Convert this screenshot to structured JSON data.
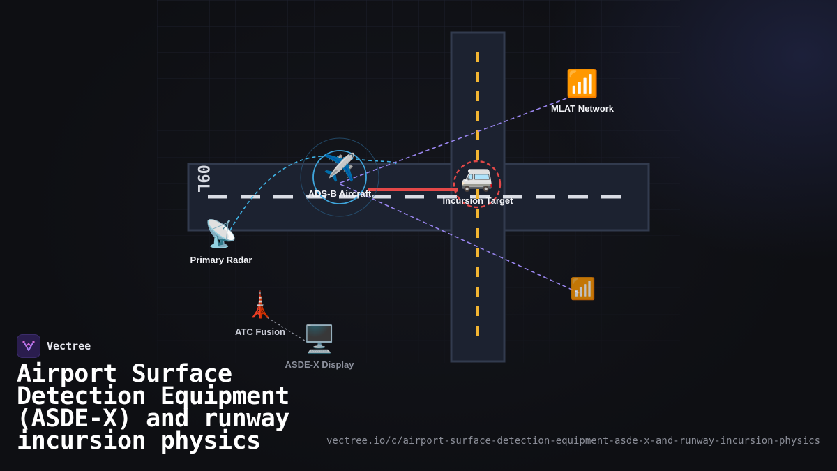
{
  "runway": {
    "designator": "09L"
  },
  "nodes": {
    "adsb_aircraft": {
      "label": "ADS-B Aircraft",
      "icon": "airplane-icon",
      "glyph": "✈️"
    },
    "incursion_target": {
      "label": "Incursion Target",
      "icon": "van-icon",
      "glyph": "🚐"
    },
    "mlat_network": {
      "label": "MLAT Network",
      "icon": "signal-bars-icon",
      "glyph": "📶"
    },
    "mlat_sensor": {
      "label": "",
      "icon": "signal-bars-icon",
      "glyph": "📶"
    },
    "primary_radar": {
      "label": "Primary Radar",
      "icon": "satellite-dish-icon",
      "glyph": "📡"
    },
    "atc_fusion": {
      "label": "ATC Fusion",
      "icon": "tower-icon",
      "glyph": "🗼"
    },
    "asdex_display": {
      "label": "ASDE-X Display",
      "icon": "monitor-icon",
      "glyph": "🖥️"
    }
  },
  "colors": {
    "runway_fill": "#1c2230",
    "runway_edge": "#323b4e",
    "centerline_main": "#d9dce4",
    "centerline_cross": "#f2b532",
    "radar_link": "#3fb3e6",
    "mlat_link": "#9a86f0",
    "conflict_vector": "#e44848",
    "alert_ring": "#e44848"
  },
  "brand": {
    "name": "Vectree",
    "icon": "vectree-logo-icon"
  },
  "title": "Airport Surface Detection Equipment (ASDE-X) and runway incursion physics",
  "url": "vectree.io/c/airport-surface-detection-equipment-asde-x-and-runway-incursion-physics"
}
